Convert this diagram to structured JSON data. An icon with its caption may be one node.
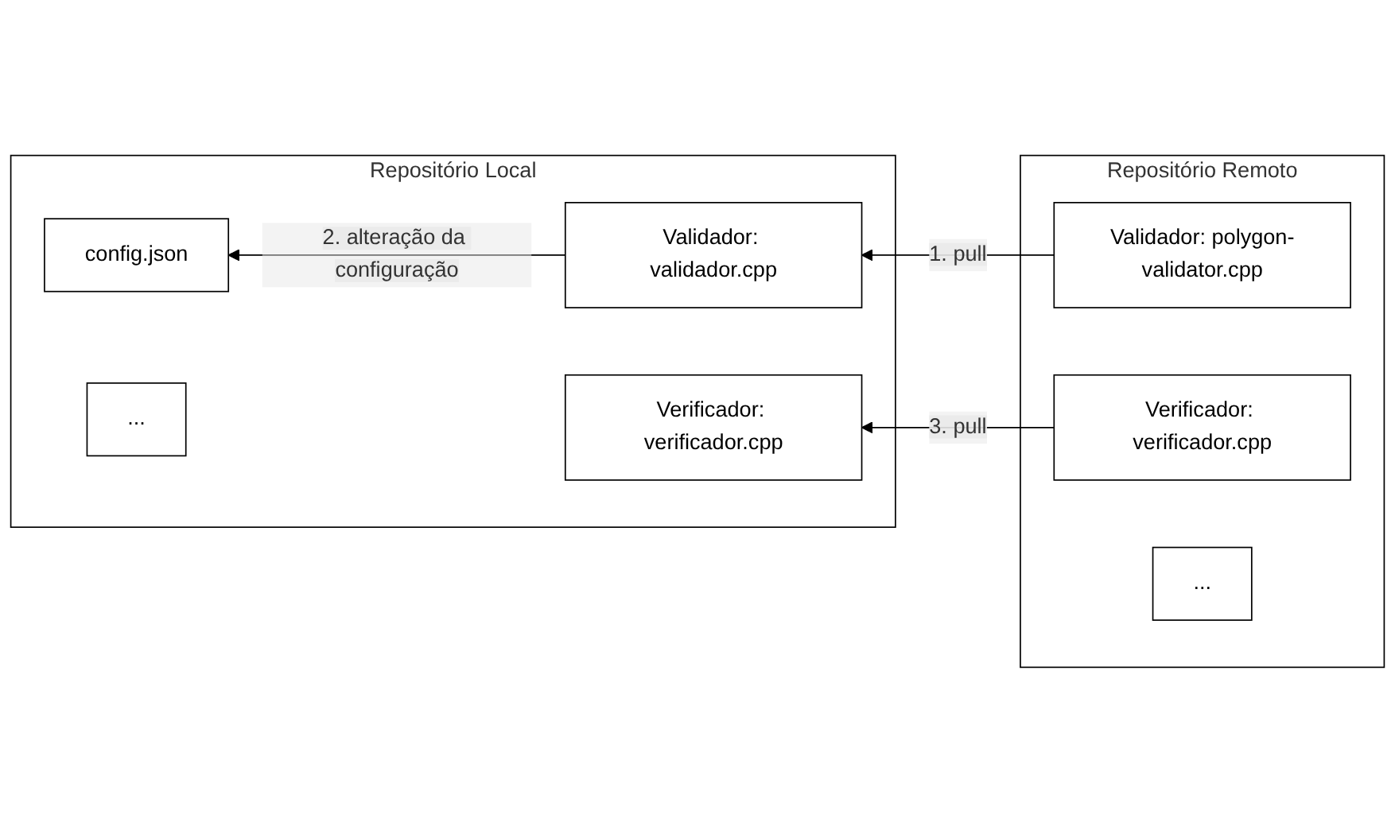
{
  "diagram": {
    "nodes": [
      {
        "text": [
          "Repositório Local"
        ]
      },
      {
        "text": [
          "Validador: validador.cpp"
        ],
        "in": 0
      },
      {
        "text": [
          "config.json"
        ],
        "in": 0
      },
      {
        "text": [
          "Verificador: verificador.cpp"
        ],
        "in": 0
      },
      {
        "text": [
          "..."
        ],
        "in": 0
      },
      {
        "text": [
          "Repositório Remoto"
        ]
      },
      {
        "text": [
          "Validador: polygon-validator.cpp"
        ],
        "in": 5
      },
      {
        "text": [
          "Verificador: verificador.cpp"
        ],
        "in": 5
      },
      {
        "text": [
          "..."
        ],
        "in": 5
      }
    ],
    "edges": [
      {
        "from": 6,
        "to": 1,
        "arrow": "to",
        "label": "1. pull"
      },
      {
        "from": 1,
        "to": 2,
        "arrow": "to",
        "label": "2. alteração da configuração"
      },
      {
        "from": 7,
        "to": 3,
        "arrow": "to",
        "label": "3. pull"
      }
    ]
  }
}
